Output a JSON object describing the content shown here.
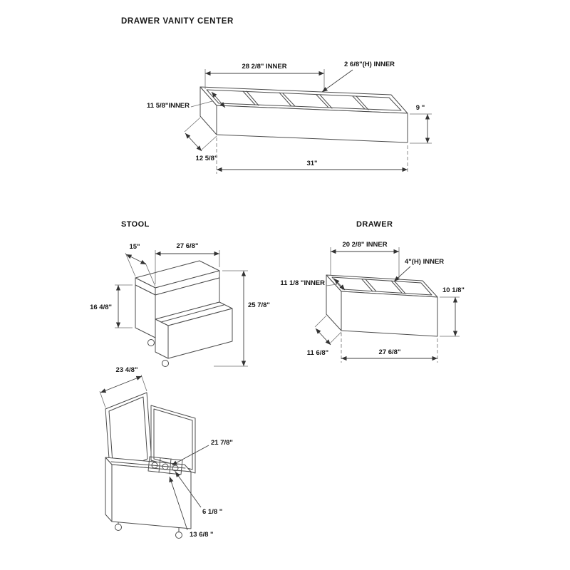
{
  "page": {
    "title": "DRAWER VANITY CENTER"
  },
  "sections": {
    "stool": "STOOL",
    "drawer": "DRAWER"
  },
  "vanity": {
    "inner_width": "28 2/8\" INNER",
    "divider_height": "2 6/8\"(H) INNER",
    "inner_depth": "11 5/8\"INNER",
    "height": "9 \"",
    "outer_depth": "12 5/8\"",
    "outer_width": "31\""
  },
  "stool": {
    "depth": "15\"",
    "width": "27 6/8\"",
    "body_height": "16 4/8\"",
    "total_height": "25 7/8\""
  },
  "drawer": {
    "inner_width": "20 2/8\" INNER",
    "divider_height": "4\"(H) INNER",
    "inner_depth": "11 1/8 \"INNER",
    "height": "10 1/8\"",
    "outer_depth": "11 6/8\"",
    "outer_width": "27 6/8\""
  },
  "stool_open": {
    "lid_width": "23 4/8\"",
    "open_height": "21 7/8\"",
    "tray_height": "6 1/8 \"",
    "tray_width": "13 6/8 \""
  }
}
